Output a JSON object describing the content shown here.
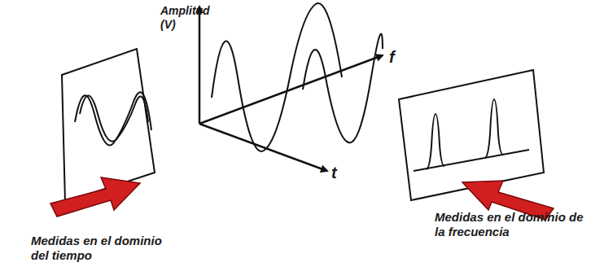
{
  "diagram": {
    "labels": [
      "Amplitud (V)",
      "f",
      "t",
      "Medidas en el dominio del tiempo",
      "Medidas en el dominio de la frecuencia"
    ]
  }
}
